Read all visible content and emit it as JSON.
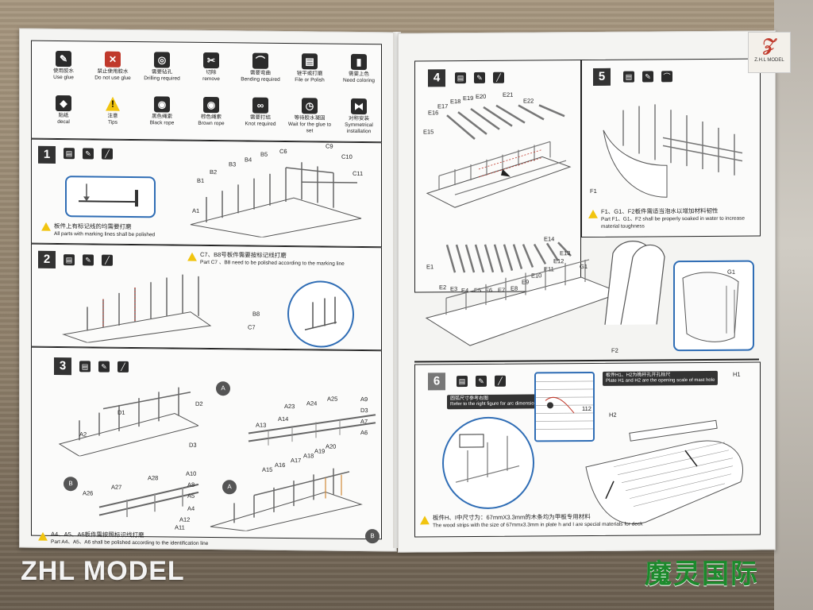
{
  "legend": [
    {
      "zh": "使用胶水",
      "en": "Use glue",
      "icon": "glue-bottle-icon",
      "glyph": "✎"
    },
    {
      "zh": "禁止使用胶水",
      "en": "Do not use glue",
      "icon": "no-glue-icon",
      "glyph": "✕"
    },
    {
      "zh": "需要钻孔",
      "en": "Drilling required",
      "icon": "drill-icon",
      "glyph": "◎"
    },
    {
      "zh": "切除",
      "en": "remove",
      "icon": "cutter-icon",
      "glyph": "✂"
    },
    {
      "zh": "需要弯曲",
      "en": "Bending required",
      "icon": "bend-icon",
      "glyph": "⌒"
    },
    {
      "zh": "锉平或打磨",
      "en": "File or Polish",
      "icon": "file-icon",
      "glyph": "▤"
    },
    {
      "zh": "需要上色",
      "en": "Need coloring",
      "icon": "brush-icon",
      "glyph": "▮"
    },
    {
      "zh": "贴纸",
      "en": "decal",
      "icon": "decal-icon",
      "glyph": "◆"
    },
    {
      "zh": "注意",
      "en": "Tips",
      "icon": "warning-icon",
      "glyph": "!"
    },
    {
      "zh": "黑色绳索",
      "en": "Black rope",
      "icon": "black-rope-icon",
      "glyph": "◉"
    },
    {
      "zh": "棕色绳索",
      "en": "Brown rope",
      "icon": "brown-rope-icon",
      "glyph": "◉"
    },
    {
      "zh": "需要打结",
      "en": "Knot required",
      "icon": "knot-icon",
      "glyph": "∞"
    },
    {
      "zh": "等待胶水凝固",
      "en": "Wait for the glue to set",
      "icon": "clock-icon",
      "glyph": "◷"
    },
    {
      "zh": "对称安装",
      "en": "Symmetrical installation",
      "icon": "symmetry-icon",
      "glyph": "⧓"
    }
  ],
  "steps": {
    "s1": {
      "num": "1",
      "labels": [
        "A1",
        "B1",
        "B2",
        "B3",
        "B4",
        "B5",
        "C6",
        "C9",
        "C10",
        "C11"
      ],
      "note_zh": "板件上有标记线的均需要打磨",
      "note_en": "All parts with marking lines shall be polished"
    },
    "s2": {
      "num": "2",
      "labels": [
        "B8",
        "C7"
      ],
      "note_zh": "C7、B8号板件需要按标记线打磨",
      "note_en": "Part C7 、B8 need to be polished according to the marking line"
    },
    "s3": {
      "num": "3",
      "labels": [
        "A2",
        "D1",
        "D2",
        "D3",
        "A",
        "A23",
        "A24",
        "A25",
        "A9",
        "D3",
        "A7",
        "A6",
        "A13",
        "A14",
        "A15",
        "A16",
        "A17",
        "A18",
        "A19",
        "A20",
        "A26",
        "A27",
        "A28",
        "A10",
        "A8",
        "A5",
        "A4",
        "A11",
        "A12",
        "B",
        "A",
        "B"
      ],
      "note_zh": "A4、A5、A6板件需按照标识线打磨",
      "note_en": "Part A4、A5、A6 shall be polished according to the identification line"
    },
    "s4": {
      "num": "4",
      "labels": [
        "E17",
        "E18",
        "E19",
        "E20",
        "E21",
        "E22",
        "E16",
        "E15",
        "E1",
        "E2",
        "E3",
        "E4",
        "E5",
        "E6",
        "E7",
        "E8",
        "E9",
        "E10",
        "E11",
        "E12",
        "E13",
        "E14"
      ]
    },
    "s5": {
      "num": "5",
      "labels": [
        "F1",
        "G1",
        "F2",
        "G1"
      ],
      "note_zh": "F1、G1、F2板件需适当泡水以增加材料韧性",
      "note_en": "Part F1、G1、F2 shall be properly soaked in water to increase material toughness"
    },
    "s6": {
      "num": "6",
      "labels": [
        "H1",
        "H2",
        "112"
      ],
      "tag_ref": "Refer to the right figure for arc dimension",
      "tag_ref_zh": "圆弧尺寸参考右图",
      "tag_h_zh": "板件H1、H2为桅杆孔开孔标尺",
      "tag_h_en": "Plate H1 and H2 are the opening scale of mast hole",
      "note_zh": "板件H、I中尺寸为：67mmX3.3mm的木条均为甲板专用材料",
      "note_en": "The wood strips with the size of 67mmx3.3mm in plate h and I are special materials for deck"
    }
  },
  "branding": {
    "left": "ZHL MODEL",
    "right": "魔灵国际",
    "logo_text": "Z.H.L MODEL",
    "logo_mark": "𝒵"
  }
}
